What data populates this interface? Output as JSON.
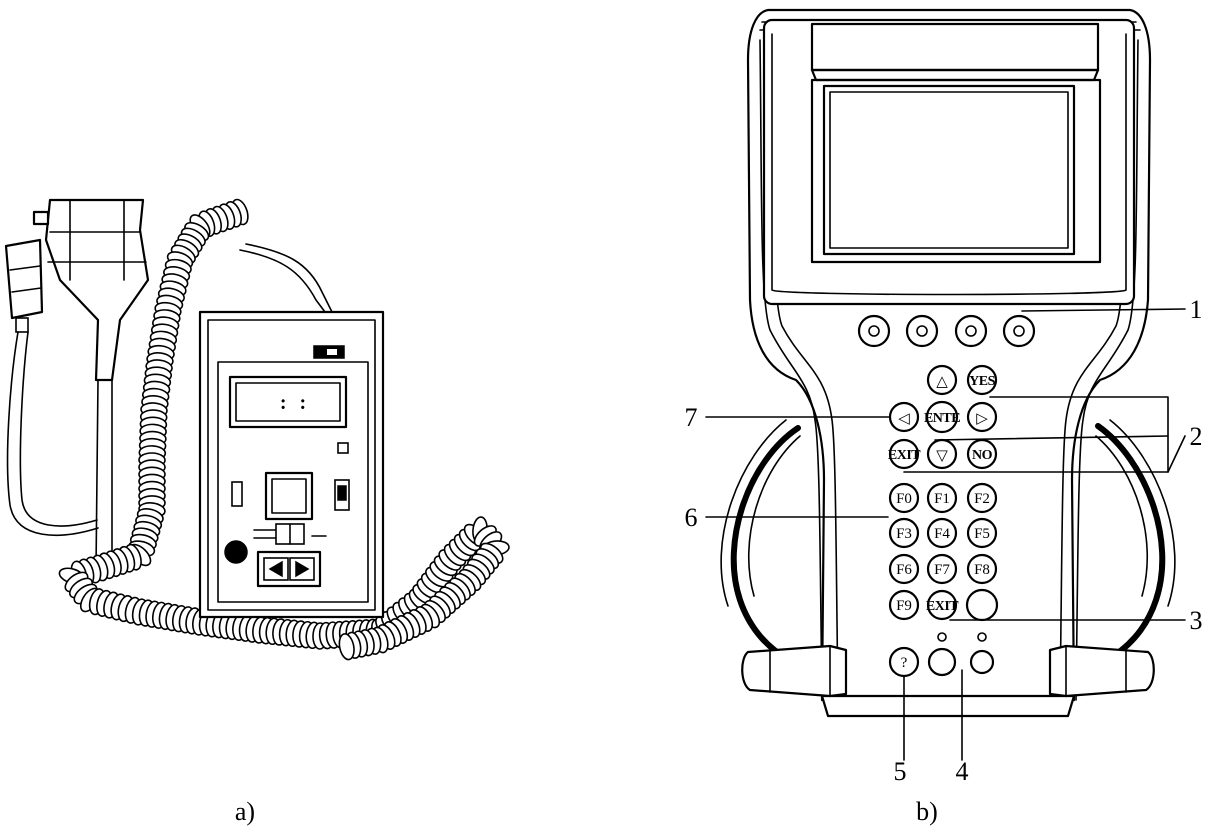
{
  "figure": {
    "caption_a": "a)",
    "caption_b": "b)"
  },
  "scanner_a": {
    "display_digits": ": :"
  },
  "scanner_b": {
    "direction_keys": {
      "up": "△",
      "down": "▽",
      "left": "◁",
      "right": "▷"
    },
    "labeled_keys": {
      "yes": "YES",
      "enter": "ENTE",
      "no": "NO",
      "exit_left": "EXIT",
      "exit_lower": "EXIT",
      "help": "?"
    },
    "function_keys": [
      "F0",
      "F1",
      "F2",
      "F3",
      "F4",
      "F5",
      "F6",
      "F7",
      "F8",
      "F9"
    ],
    "callouts": [
      "1",
      "2",
      "3",
      "4",
      "5",
      "6",
      "7"
    ]
  }
}
